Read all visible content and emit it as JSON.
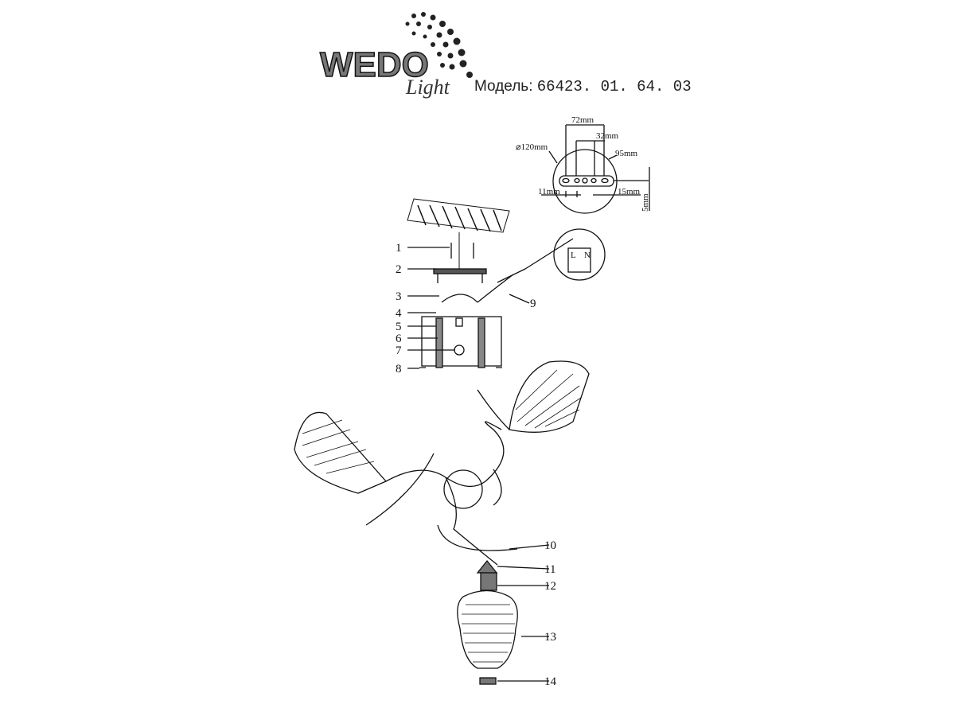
{
  "header": {
    "brand": "WEDO Light",
    "model_label": "Модель:",
    "model_number": "66423. 01. 64. 03"
  },
  "mount_detail": {
    "dimensions": [
      "72mm",
      "32mm",
      "⌀120mm",
      "95mm",
      "11mm",
      "15mm",
      "5mm"
    ],
    "wiring_terminals": [
      "L",
      "N"
    ]
  },
  "callouts": [
    "1",
    "2",
    "3",
    "4",
    "5",
    "6",
    "7",
    "8",
    "9",
    "10",
    "11",
    "12",
    "13",
    "14"
  ]
}
